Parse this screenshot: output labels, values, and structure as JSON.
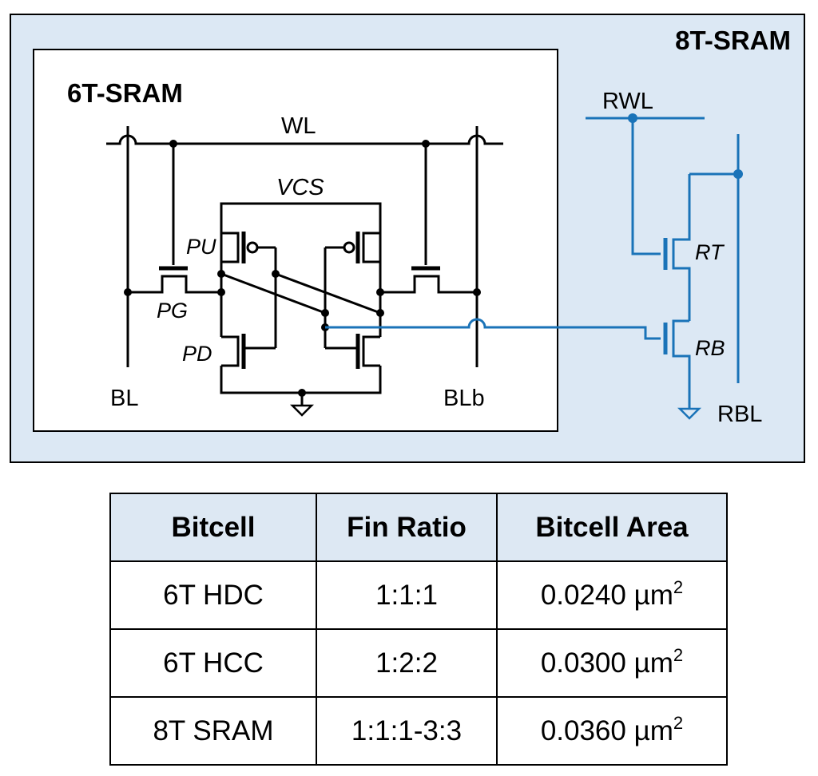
{
  "diagram": {
    "outer_title": "8T-SRAM",
    "inner_title": "6T-SRAM",
    "labels": {
      "wl": "WL",
      "vcs": "VCS",
      "pu": "PU",
      "pg": "PG",
      "pd": "PD",
      "bl": "BL",
      "blb": "BLb",
      "rwl": "RWL",
      "rt": "RT",
      "rb": "RB",
      "rbl": "RBL"
    },
    "colors": {
      "panel_fill": "#dce8f4",
      "wire_black": "#000000",
      "wire_blue": "#1a73b8",
      "header_fill": "#dde8f3"
    }
  },
  "table": {
    "headers": [
      "Bitcell",
      "Fin Ratio",
      "Bitcell Area"
    ],
    "rows": [
      {
        "bitcell": "6T HDC",
        "fin_ratio": "1:1:1",
        "area": "0.0240 µm",
        "unit_exp": "2"
      },
      {
        "bitcell": "6T HCC",
        "fin_ratio": "1:2:2",
        "area": "0.0300 µm",
        "unit_exp": "2"
      },
      {
        "bitcell": "8T SRAM",
        "fin_ratio": "1:1:1-3:3",
        "area": "0.0360 µm",
        "unit_exp": "2"
      }
    ]
  }
}
